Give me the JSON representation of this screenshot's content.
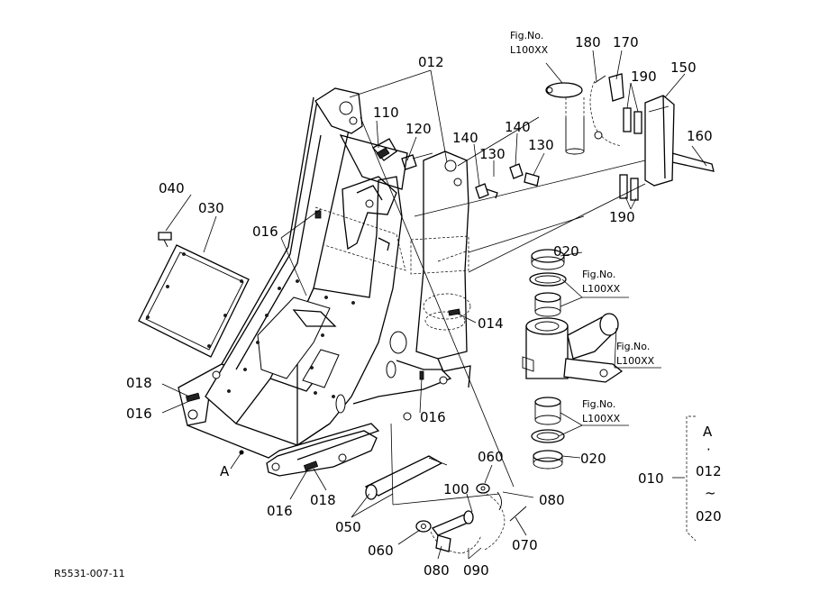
{
  "labels": {
    "fig_top": "Fig.No.",
    "fig_top_code": "L100XX",
    "fig_right1": "Fig.No.",
    "fig_right1_code": "L100XX",
    "fig_right2": "Fig.No.",
    "fig_right2_code": "L100XX",
    "fig_right3": "Fig.No.",
    "fig_right3_code": "L100XX",
    "p180": "180",
    "p170": "170",
    "p150": "150",
    "p190a": "190",
    "p190b": "190",
    "p160": "160",
    "p012": "012",
    "p110": "110",
    "p120": "120",
    "p140a": "140",
    "p140b": "140",
    "p130a": "130",
    "p130b": "130",
    "p040": "040",
    "p030": "030",
    "p016a": "016",
    "p016b": "016",
    "p016c": "016",
    "p016d": "016",
    "p020a": "020",
    "p020b": "020",
    "p014": "014",
    "p018a": "018",
    "p018b": "018",
    "pA": "A",
    "p060a": "060",
    "p060b": "060",
    "p100": "100",
    "p080a": "080",
    "p080b": "080",
    "p050": "050",
    "p070": "070",
    "p090": "090",
    "p010": "010",
    "bracket_a": "A",
    "bracket_dot": "·",
    "bracket_012": "012",
    "bracket_tilde": "~",
    "bracket_020": "020",
    "drawing_ref": "R5531-007-11"
  }
}
